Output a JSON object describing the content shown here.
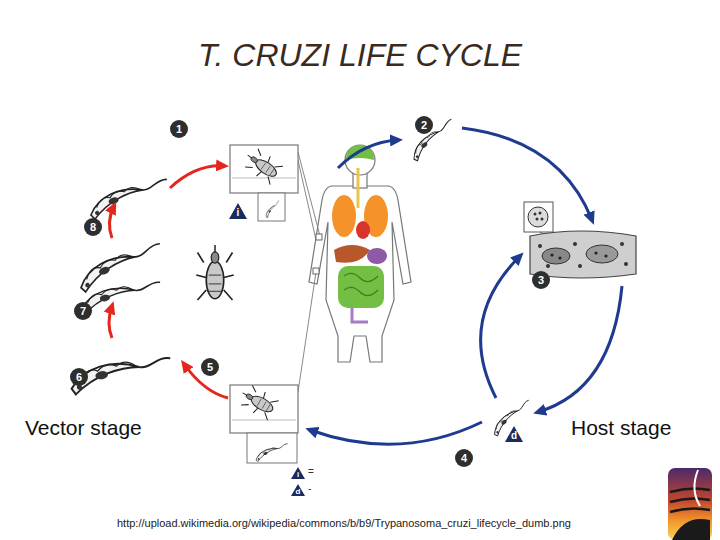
{
  "diagram": {
    "title": "T. CRUZI LIFE CYCLE",
    "nodes": [
      {
        "text": [
          "1"
        ]
      },
      {
        "text": [
          "2"
        ]
      },
      {
        "text": [
          "i"
        ]
      },
      {
        "text": [
          "8"
        ]
      },
      {
        "text": [
          "3"
        ]
      },
      {
        "text": [
          "7"
        ]
      },
      {
        "text": [
          "5"
        ]
      },
      {
        "text": [
          "6"
        ]
      },
      {
        "text": [
          "d"
        ]
      },
      {
        "text": [
          "4"
        ]
      },
      {
        "text": [
          "i"
        ]
      },
      {
        "text": [
          "d"
        ]
      }
    ],
    "labels": [
      "Vector stage",
      "Host stage",
      "=",
      "-",
      "http://upload.wikimedia.org/wikipedia/commons/b/b9/Trypanosoma_cruzi_lifecycle_dumb.png"
    ]
  }
}
